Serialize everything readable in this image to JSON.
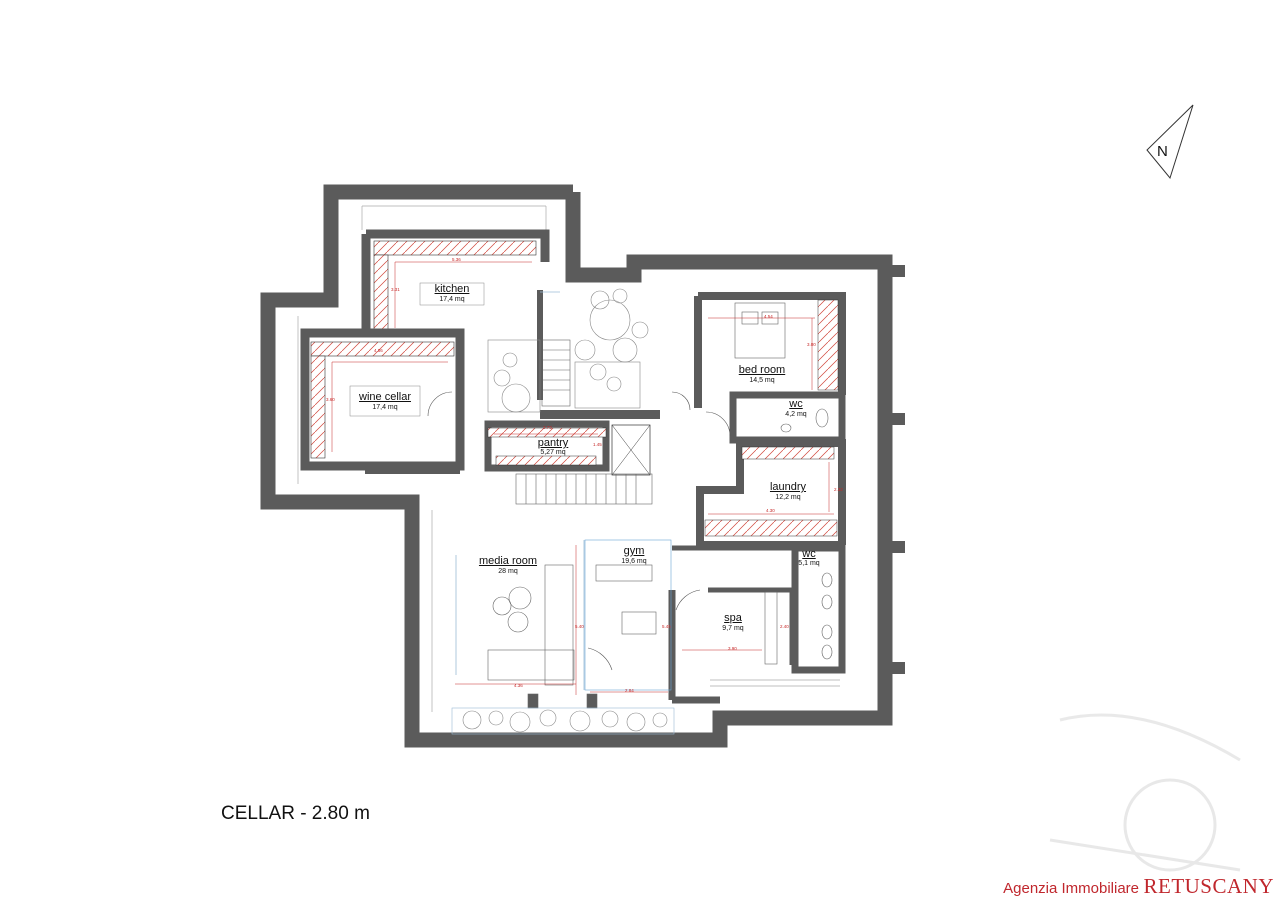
{
  "rooms": [
    {
      "name": "kitchen",
      "area": "17,4 mq"
    },
    {
      "name": "wine cellar",
      "area": "17,4 mq"
    },
    {
      "name": "pantry",
      "area": "5,27 mq"
    },
    {
      "name": "bed room",
      "area": "14,5 mq"
    },
    {
      "name": "wc",
      "area": "4,2 mq"
    },
    {
      "name": "laundry",
      "area": "12,2 mq"
    },
    {
      "name": "wc",
      "area": "5,1 mq"
    },
    {
      "name": "media room",
      "area": "28 mq"
    },
    {
      "name": "gym",
      "area": "19,6 mq"
    },
    {
      "name": "spa",
      "area": "9,7 mq"
    }
  ],
  "dimensions": [
    "5.36",
    "3.31",
    "4.86",
    "3.60",
    "3.73",
    "1.45",
    "4.54",
    "3.00",
    "4.30",
    "2.32",
    "4.36",
    "5.40",
    "2.84",
    "5.45",
    "3.90",
    "2.40"
  ],
  "caption": "CELLAR - 2.80 m",
  "north_label": "N",
  "agency": {
    "prefix": "Agenzia Immobiliare",
    "brand": "RETUSCANY"
  },
  "colors": {
    "wall": "#5b5b5b",
    "dimension": "#c62828",
    "agency": "#c0272d",
    "fixture_line": "#555555",
    "window": "#9bbbd6"
  }
}
